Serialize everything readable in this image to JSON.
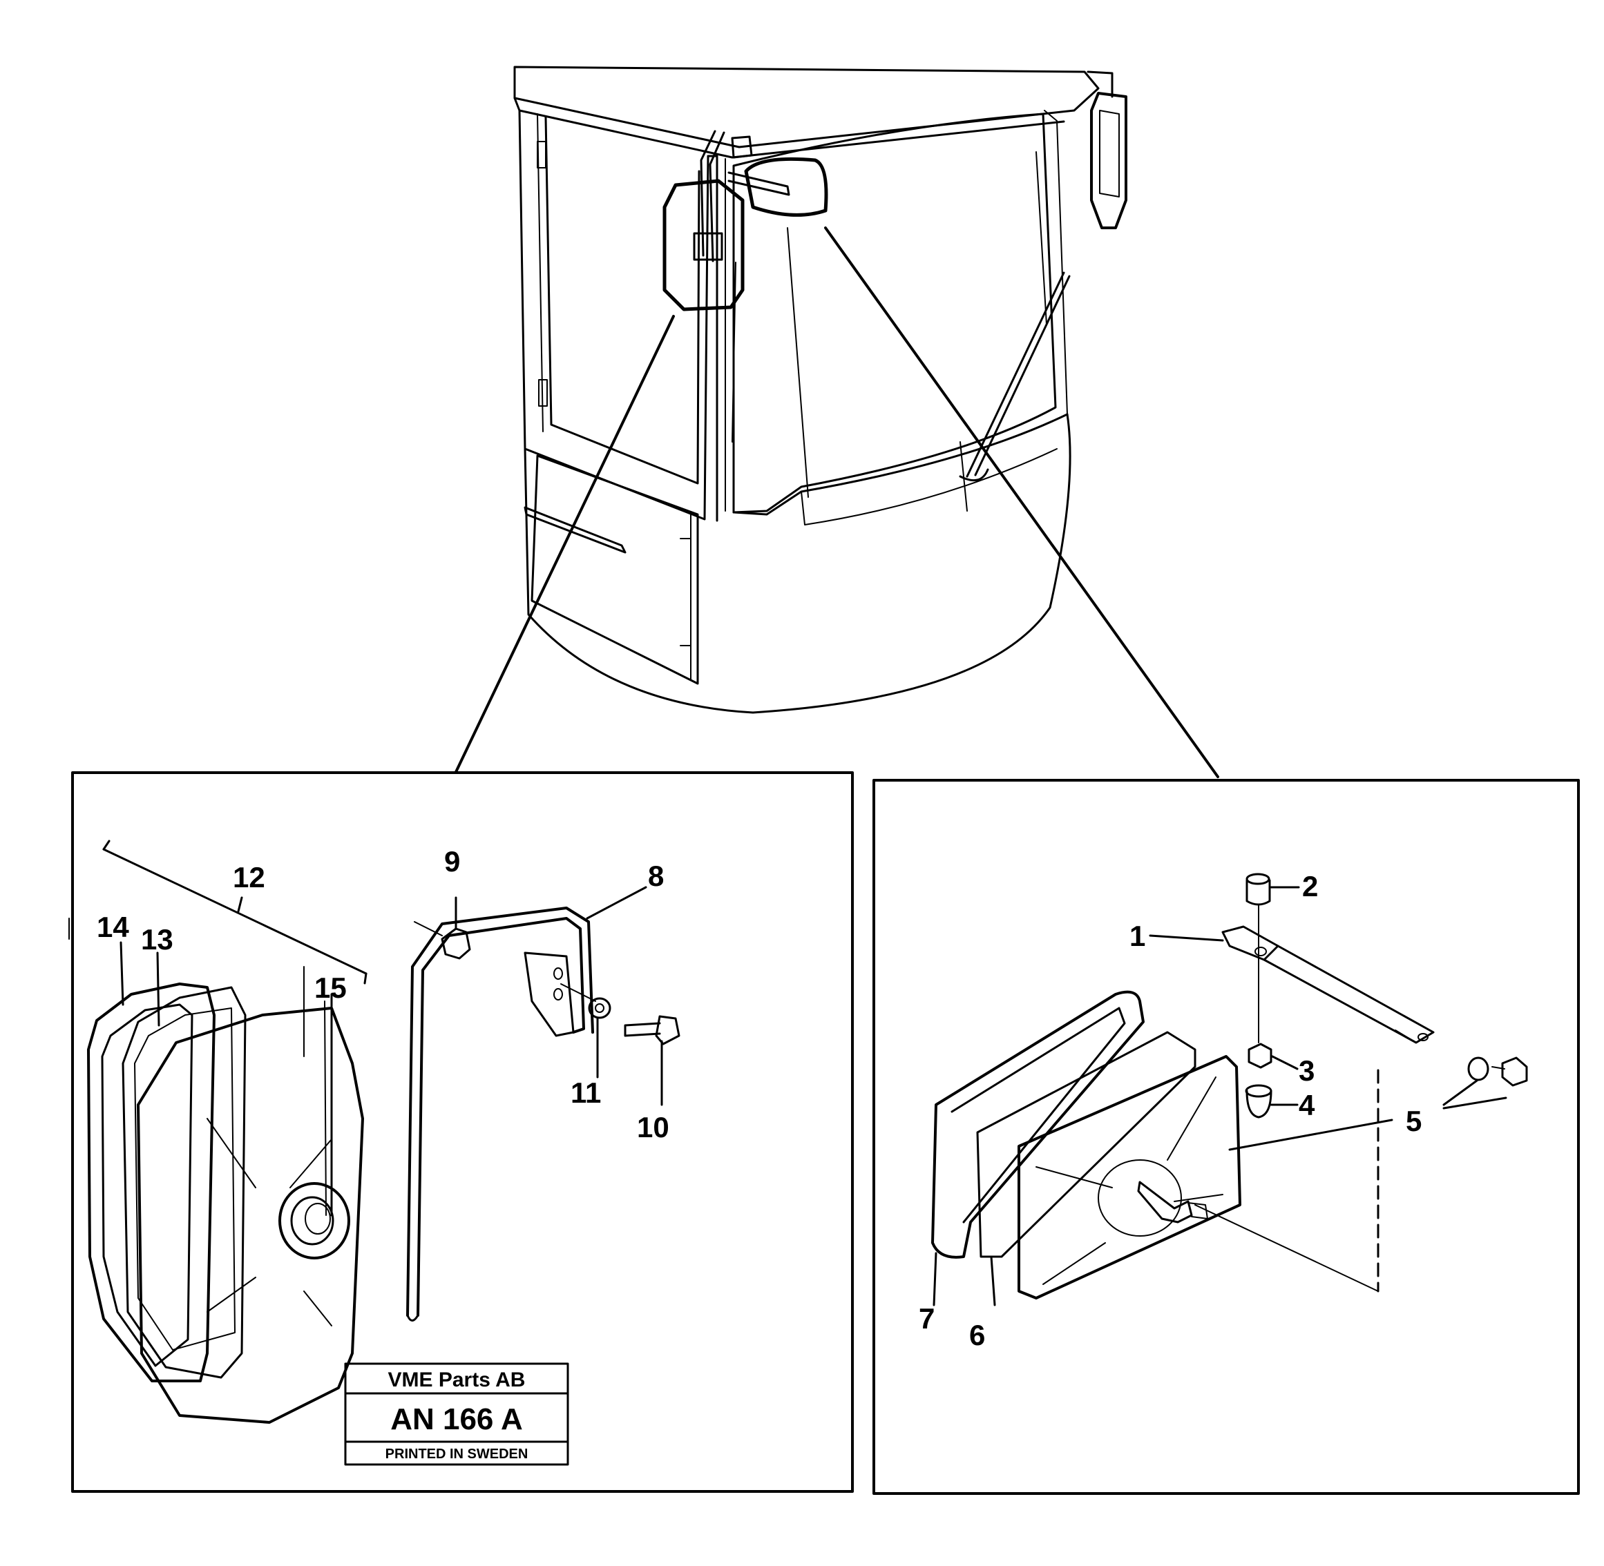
{
  "callouts": {
    "c1": "1",
    "c2": "2",
    "c3": "3",
    "c4": "4",
    "c5": "5",
    "c6": "6",
    "c7": "7",
    "c8": "8",
    "c9": "9",
    "c10": "10",
    "c11": "11",
    "c12": "12",
    "c13": "13",
    "c14": "14",
    "c15": "15"
  },
  "stamp": {
    "company": "VME Parts AB",
    "code": "AN 166 A",
    "printed": "PRINTED IN SWEDEN"
  }
}
